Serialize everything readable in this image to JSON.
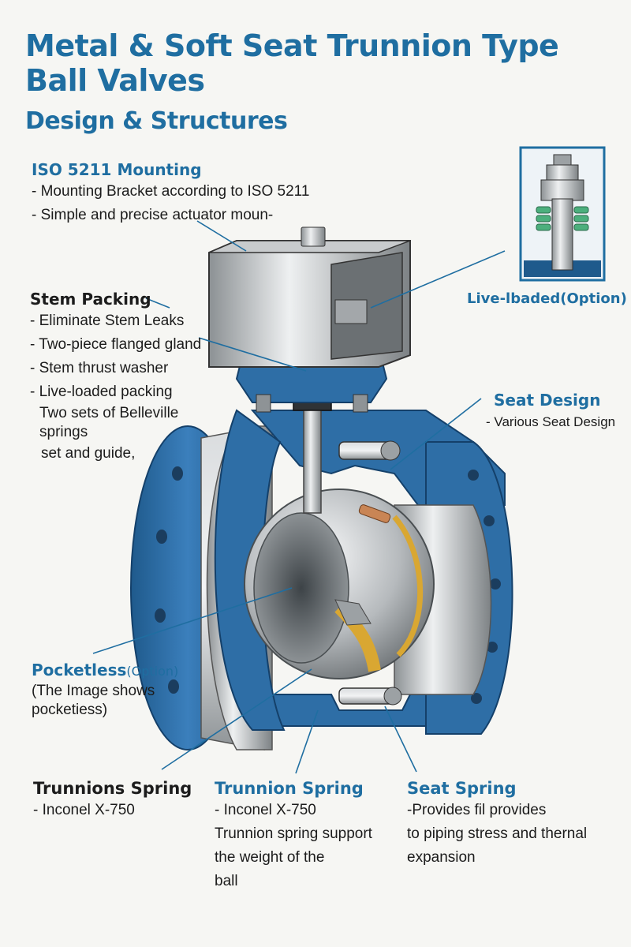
{
  "header": {
    "title": "Metal & Soft Seat Trunnion Type Ball Valves",
    "subtitle": "Design & Structures"
  },
  "callouts": {
    "iso": {
      "heading": "ISO 5211 Mounting",
      "lines": [
        "- Mounting Bracket according to ISO 5211",
        "- Simple and precise actuator moun-"
      ]
    },
    "stem": {
      "heading": "Stem Packing",
      "lines": [
        "- Eliminate Stem Leaks",
        "- Two-piece flanged gland",
        "- Stem thrust washer",
        "- Live-loaded packing"
      ],
      "extra": [
        "Two sets of Belleville",
        "springs",
        "set and guide,"
      ]
    },
    "live": {
      "heading": "Live-lbaded(Option)"
    },
    "seat_design": {
      "heading": "Seat Design",
      "lines": [
        "- Various Seat Design"
      ]
    },
    "pocketless": {
      "heading": "Pocketless",
      "option": "(Option)",
      "lines": [
        "(The Image shows",
        "pocketiess)"
      ]
    },
    "trunnions_spring": {
      "heading": "Trunnions Spring",
      "lines": [
        "- Inconel X-750"
      ]
    },
    "trunnion_spring": {
      "heading": "Trunnion Spring",
      "lines": [
        "- Inconel X-750",
        "Trunnion spring support",
        "the weight of the",
        "ball"
      ]
    },
    "seat_spring": {
      "heading": "Seat Spring",
      "lines": [
        "-Provides fil provides",
        "to piping stress and thernal",
        "expansion"
      ]
    }
  },
  "colors": {
    "accent_blue": "#1f6ea1",
    "body_blue": "#2e6ea6",
    "steel": "#a9adb0",
    "seat_gold": "#d9a732",
    "spring_green": "#4caf7d"
  }
}
